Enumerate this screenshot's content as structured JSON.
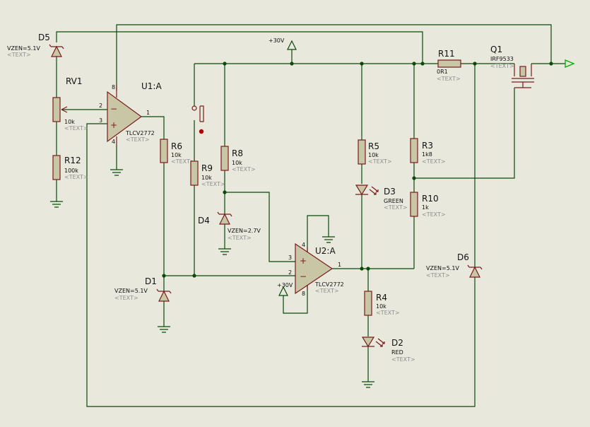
{
  "placeholder": "<TEXT>",
  "colors": {
    "background": "#e8e8dc",
    "wire": "#0a4a0a",
    "part_outline": "#7a1b1b",
    "part_fill": "#c8c6a4",
    "terminal": "#00aa00"
  },
  "supply": {
    "plus30": "+30V"
  },
  "components": {
    "D5": {
      "ref": "D5",
      "value": "VZEN=5.1V"
    },
    "RV1": {
      "ref": "RV1",
      "value": "10k"
    },
    "R12": {
      "ref": "R12",
      "value": "100k"
    },
    "U1": {
      "ref": "U1:A",
      "value": "TLCV2772",
      "pins": [
        "1",
        "2",
        "3",
        "4",
        "8"
      ]
    },
    "R6": {
      "ref": "R6",
      "value": "10k"
    },
    "R9": {
      "ref": "R9",
      "value": "10k"
    },
    "R8": {
      "ref": "R8",
      "value": "10k"
    },
    "D4": {
      "ref": "D4",
      "value": "VZEN=2.7V"
    },
    "D1": {
      "ref": "D1",
      "value": "VZEN=5.1V"
    },
    "U2": {
      "ref": "U2:A",
      "value": "TLCV2772",
      "pins": [
        "1",
        "2",
        "3",
        "4",
        "8"
      ]
    },
    "R5": {
      "ref": "R5",
      "value": "10k"
    },
    "D3": {
      "ref": "D3",
      "value": "GREEN"
    },
    "R3": {
      "ref": "R3",
      "value": "1k8"
    },
    "R10": {
      "ref": "R10",
      "value": "1k"
    },
    "R4": {
      "ref": "R4",
      "value": "10k"
    },
    "D2": {
      "ref": "D2",
      "value": "RED"
    },
    "R11": {
      "ref": "R11",
      "value": "0R1"
    },
    "Q1": {
      "ref": "Q1",
      "value": "IRF9533"
    },
    "D6": {
      "ref": "D6",
      "value": "VZEN=5.1V"
    }
  }
}
